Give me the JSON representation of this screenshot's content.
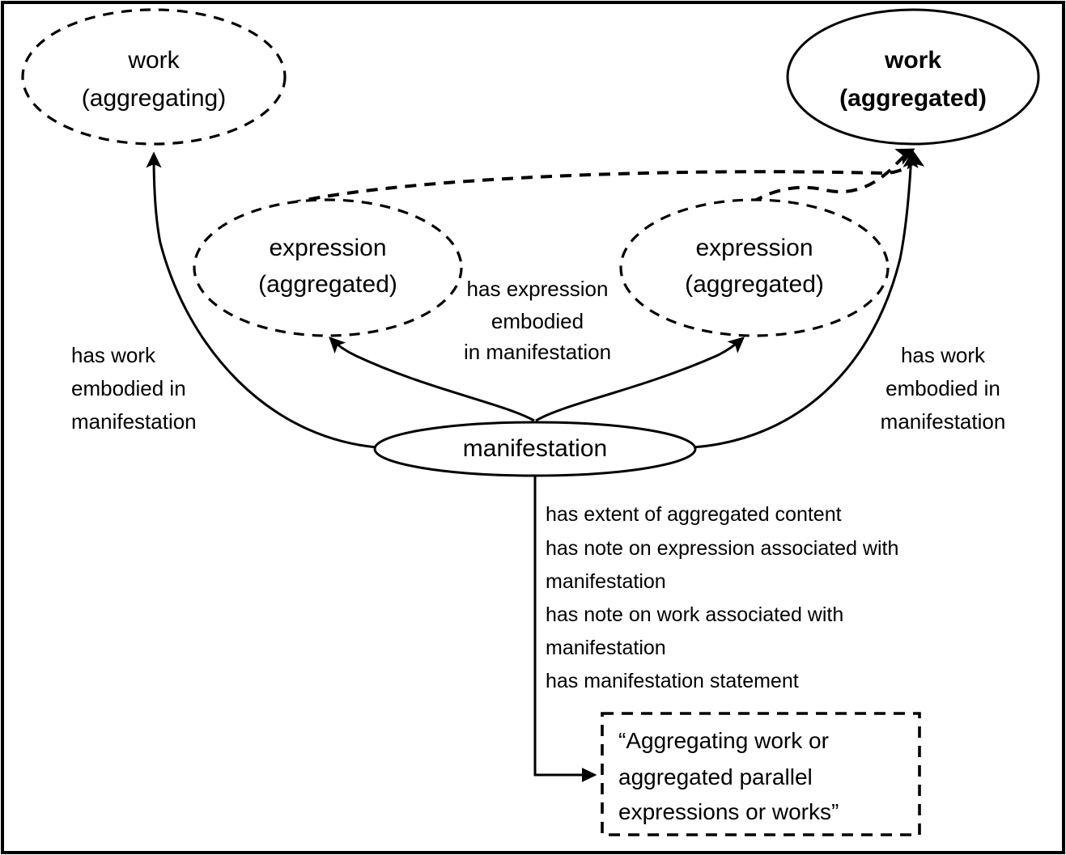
{
  "diagram": {
    "title": "FRBR aggregate entity-relationship diagram",
    "nodes": [
      {
        "id": "work-aggregating",
        "line1": "work",
        "line2": "(aggregating)",
        "style": "dashed",
        "bold": false
      },
      {
        "id": "work-aggregated",
        "line1": "work",
        "line2": "(aggregated)",
        "style": "solid",
        "bold": true
      },
      {
        "id": "expression-aggregated-left",
        "line1": "expression",
        "line2": "(aggregated)",
        "style": "dashed",
        "bold": false
      },
      {
        "id": "expression-aggregated-right",
        "line1": "expression",
        "line2": "(aggregated)",
        "style": "dashed",
        "bold": false
      },
      {
        "id": "manifestation",
        "line1": "manifestation",
        "line2": "",
        "style": "solid",
        "bold": false
      }
    ],
    "edge_labels": {
      "left_work": {
        "line1": "has work",
        "line2": "embodied in",
        "line3": "manifestation"
      },
      "center_expression": {
        "line1": "has expression",
        "line2": "embodied",
        "line3": "in manifestation"
      },
      "right_work": {
        "line1": "has work",
        "line2": "embodied in",
        "line3": "manifestation"
      }
    },
    "manifestation_properties": [
      "has extent of aggregated content",
      "has note on expression associated with",
      "manifestation",
      "has note on work associated with",
      "manifestation",
      "has manifestation statement"
    ],
    "note_box": {
      "line1": "“Aggregating work or",
      "line2": "aggregated parallel",
      "line3": "expressions or works”"
    },
    "colors": {
      "ink": "#000000",
      "background": "#ffffff"
    }
  }
}
